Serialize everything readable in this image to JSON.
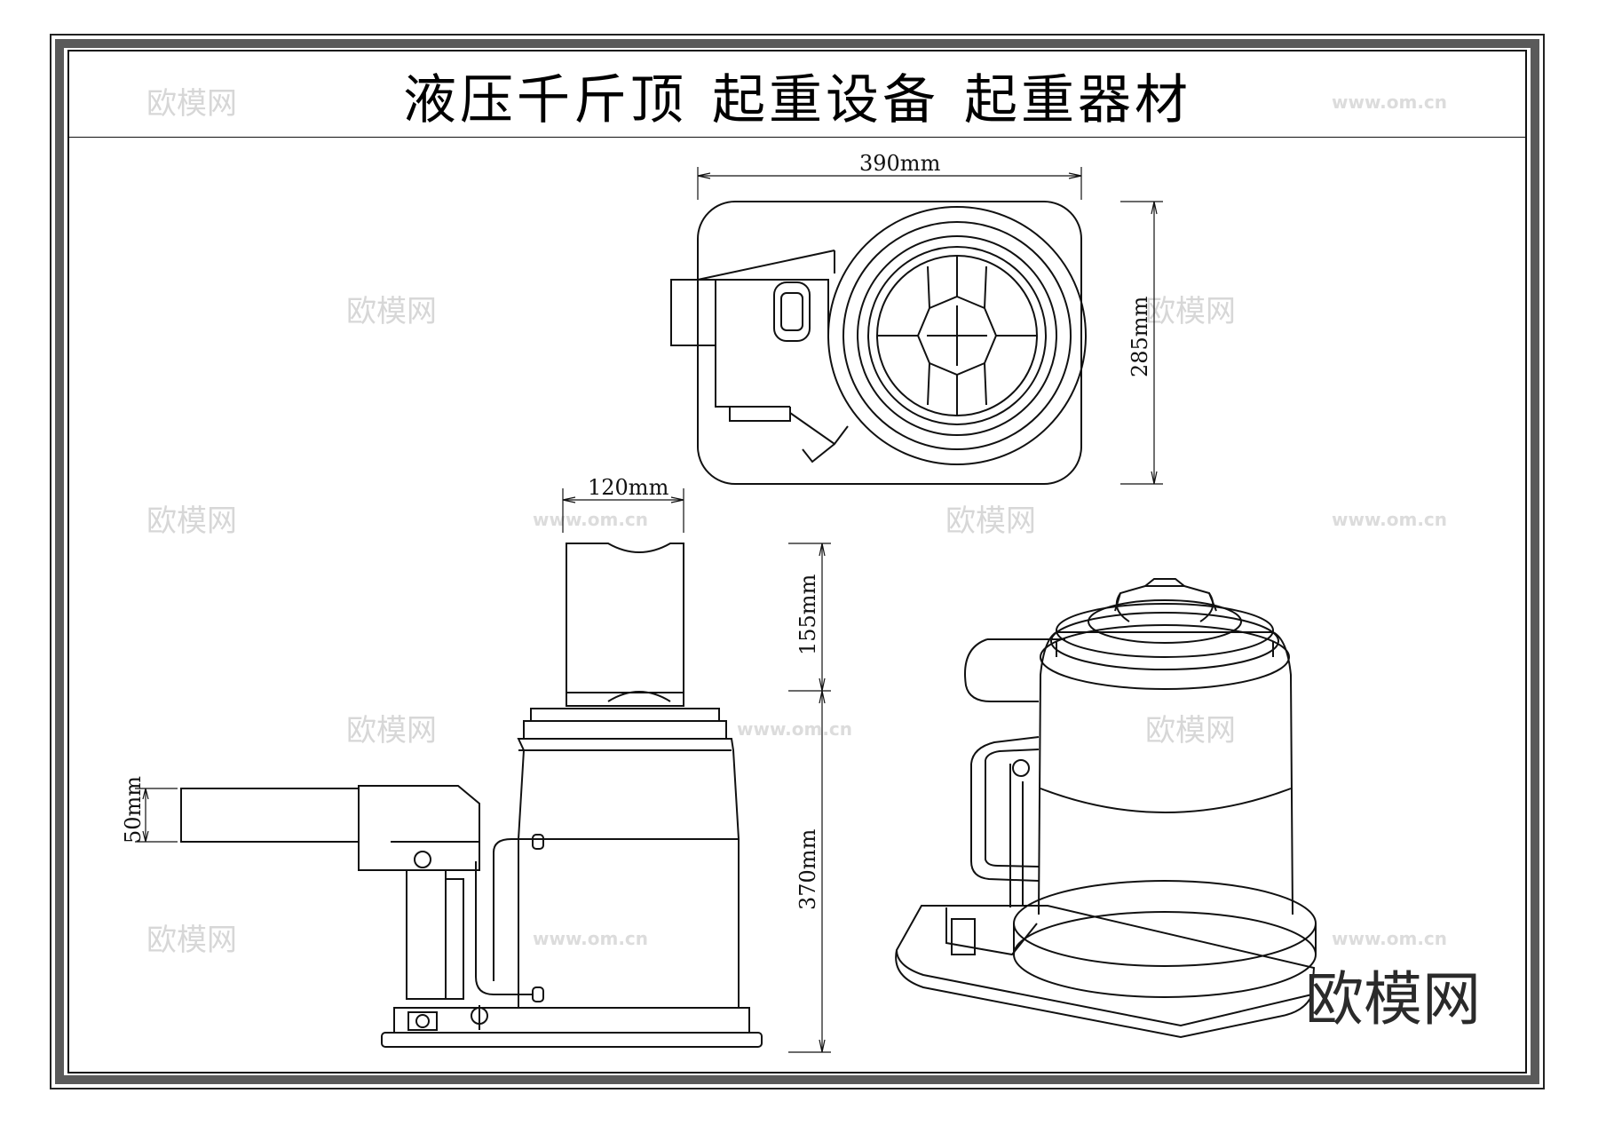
{
  "title": {
    "part1": "液压千斤顶",
    "part2": "起重设备",
    "part3": "起重器材"
  },
  "dimensions": {
    "top_width": "390mm",
    "top_depth": "285mm",
    "ram_width": "120mm",
    "ram_height": "155mm",
    "body_height": "370mm",
    "handle_dia": "50mm"
  },
  "watermark": {
    "cn": "欧模网",
    "url": "www.om.cn"
  },
  "brand": "欧模网"
}
